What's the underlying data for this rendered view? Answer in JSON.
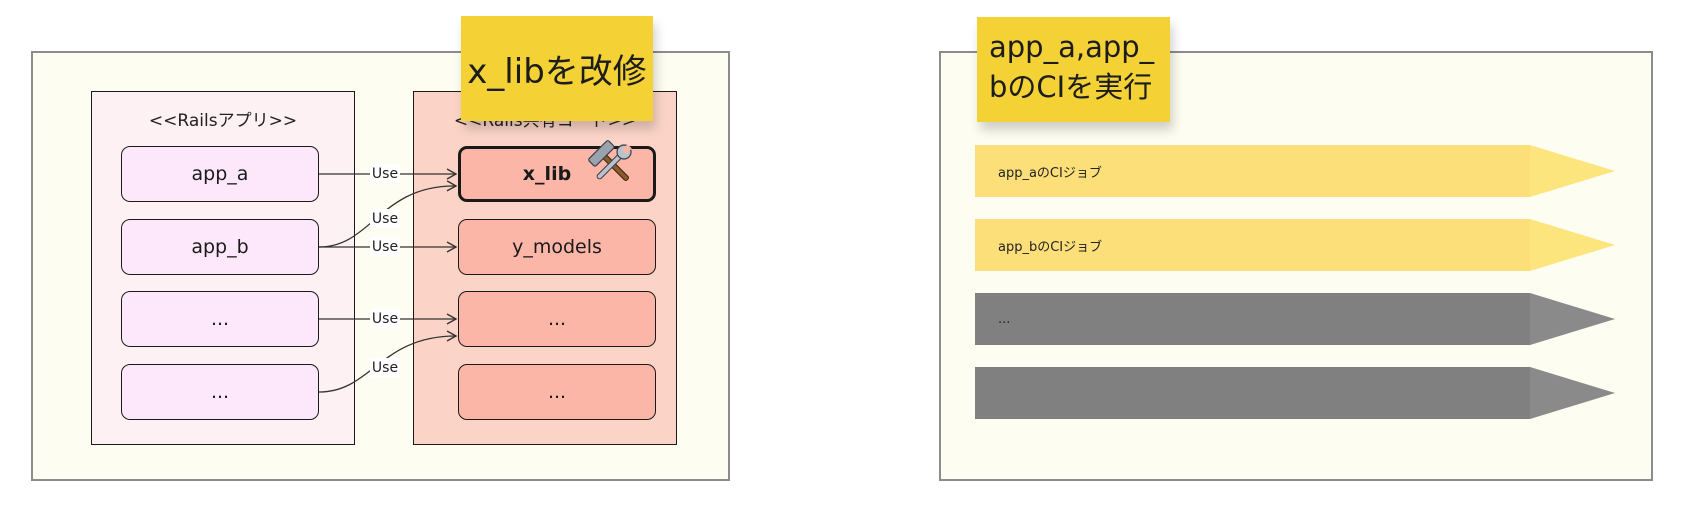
{
  "left_panel": {
    "sticky_note": "x_libを改修",
    "apps_group": {
      "title": "<<Railsアプリ>>",
      "items": [
        "app_a",
        "app_b",
        "...",
        "..."
      ]
    },
    "libs_group": {
      "title": "<<Rails共有コード>>",
      "items": [
        "x_lib",
        "y_models",
        "...",
        "..."
      ]
    },
    "link_label": "Use"
  },
  "right_panel": {
    "sticky_note": "app_a,app_bのCIを実行",
    "jobs": [
      {
        "label": "app_aのCIジョブ",
        "color": "#fddf7a",
        "tip_color": "#fde57e"
      },
      {
        "label": "app_bのCIジョブ",
        "color": "#fddf7a",
        "tip_color": "#fde57e"
      },
      {
        "label": "...",
        "color": "#808080",
        "tip_color": "#8a8a8a"
      },
      {
        "label": "",
        "color": "#808080",
        "tip_color": "#8a8a8a"
      }
    ]
  },
  "icons": {
    "x_lib_badge": "hammer-and-wrench-icon"
  },
  "colors": {
    "frame_bg": "#fdfdf1",
    "sticky": "#f4d235",
    "apps_group_bg": "#fdf1f4",
    "libs_group_bg": "#fcd4c7",
    "app_node_bg": "#fde8fb",
    "lib_node_bg": "#fcb6a8"
  }
}
